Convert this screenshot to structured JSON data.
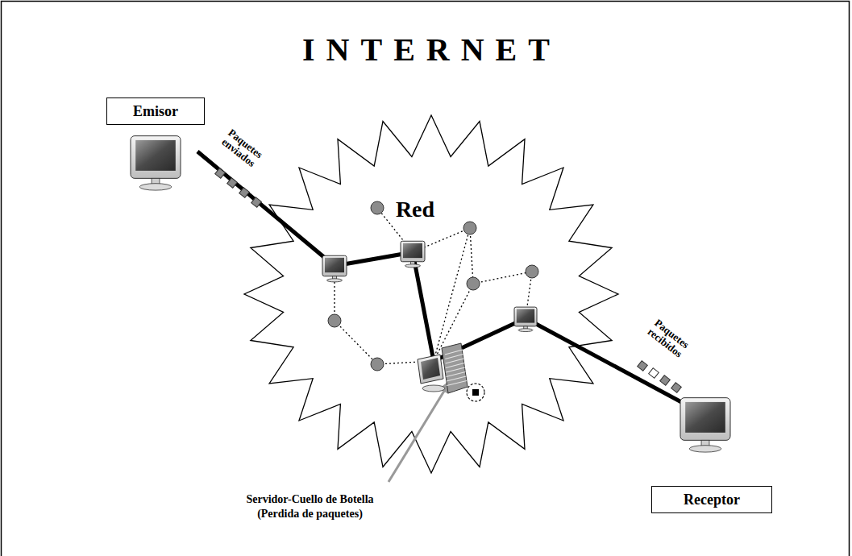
{
  "diagram": {
    "title": "INTERNET",
    "nodes": [
      {
        "text": [
          "Emisor"
        ]
      },
      {
        "text": [
          "Receptor"
        ]
      }
    ],
    "labels": [
      "Red",
      "Paquetes enviados",
      "Paquetes recibidos",
      "Servidor-Cuello de Botella (Perdida de paquetes)"
    ]
  }
}
